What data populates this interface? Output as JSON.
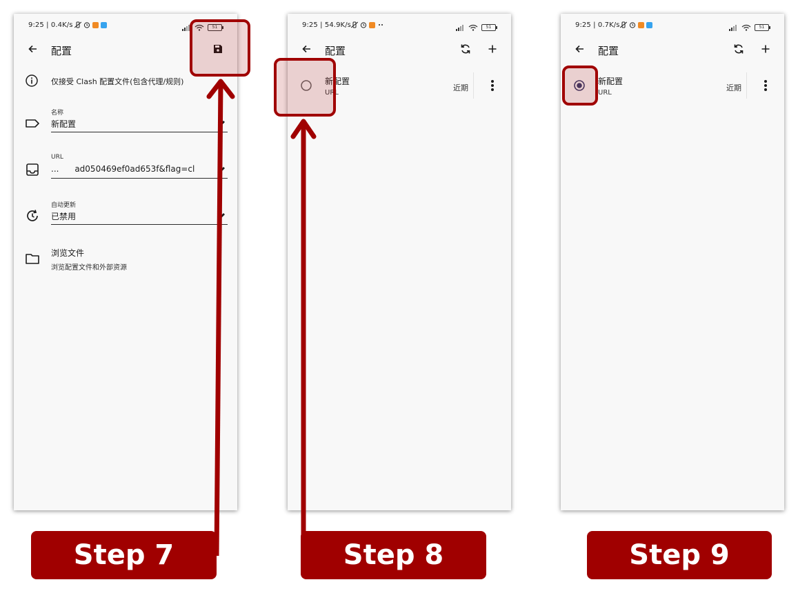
{
  "screens": [
    {
      "status_bar": {
        "text": "9:25 | 0.4K/s",
        "battery": "51"
      },
      "app_bar": {
        "title": "配置",
        "save_icon": "save-icon"
      },
      "info": {
        "text": "仅接受 Clash 配置文件(包含代理/规则)"
      },
      "fields": {
        "name": {
          "label": "名称",
          "value": "新配置"
        },
        "url": {
          "label": "URL",
          "value": "...      ad050469ef0ad653f&flag=cl"
        },
        "auto_update": {
          "label": "自动更新",
          "value": "已禁用"
        }
      },
      "browse": {
        "title": "浏览文件",
        "subtitle": "浏览配置文件和外部资源"
      },
      "step_label": "Step 7"
    },
    {
      "status_bar": {
        "text": "9:25 | 54.9K/s",
        "battery": "51"
      },
      "app_bar": {
        "title": "配置"
      },
      "profile": {
        "name": "新配置",
        "type": "URL",
        "updated": "近期",
        "selected": false
      },
      "step_label": "Step 8"
    },
    {
      "status_bar": {
        "text": "9:25 | 0.7K/s",
        "battery": "51"
      },
      "app_bar": {
        "title": "配置"
      },
      "profile": {
        "name": "新配置",
        "type": "URL",
        "updated": "近期",
        "selected": true
      },
      "step_label": "Step 9"
    }
  ],
  "colors": {
    "highlight": "#a00000",
    "screen_bg": "#f8f8f8",
    "radio_selected": "#3a3f6e"
  }
}
